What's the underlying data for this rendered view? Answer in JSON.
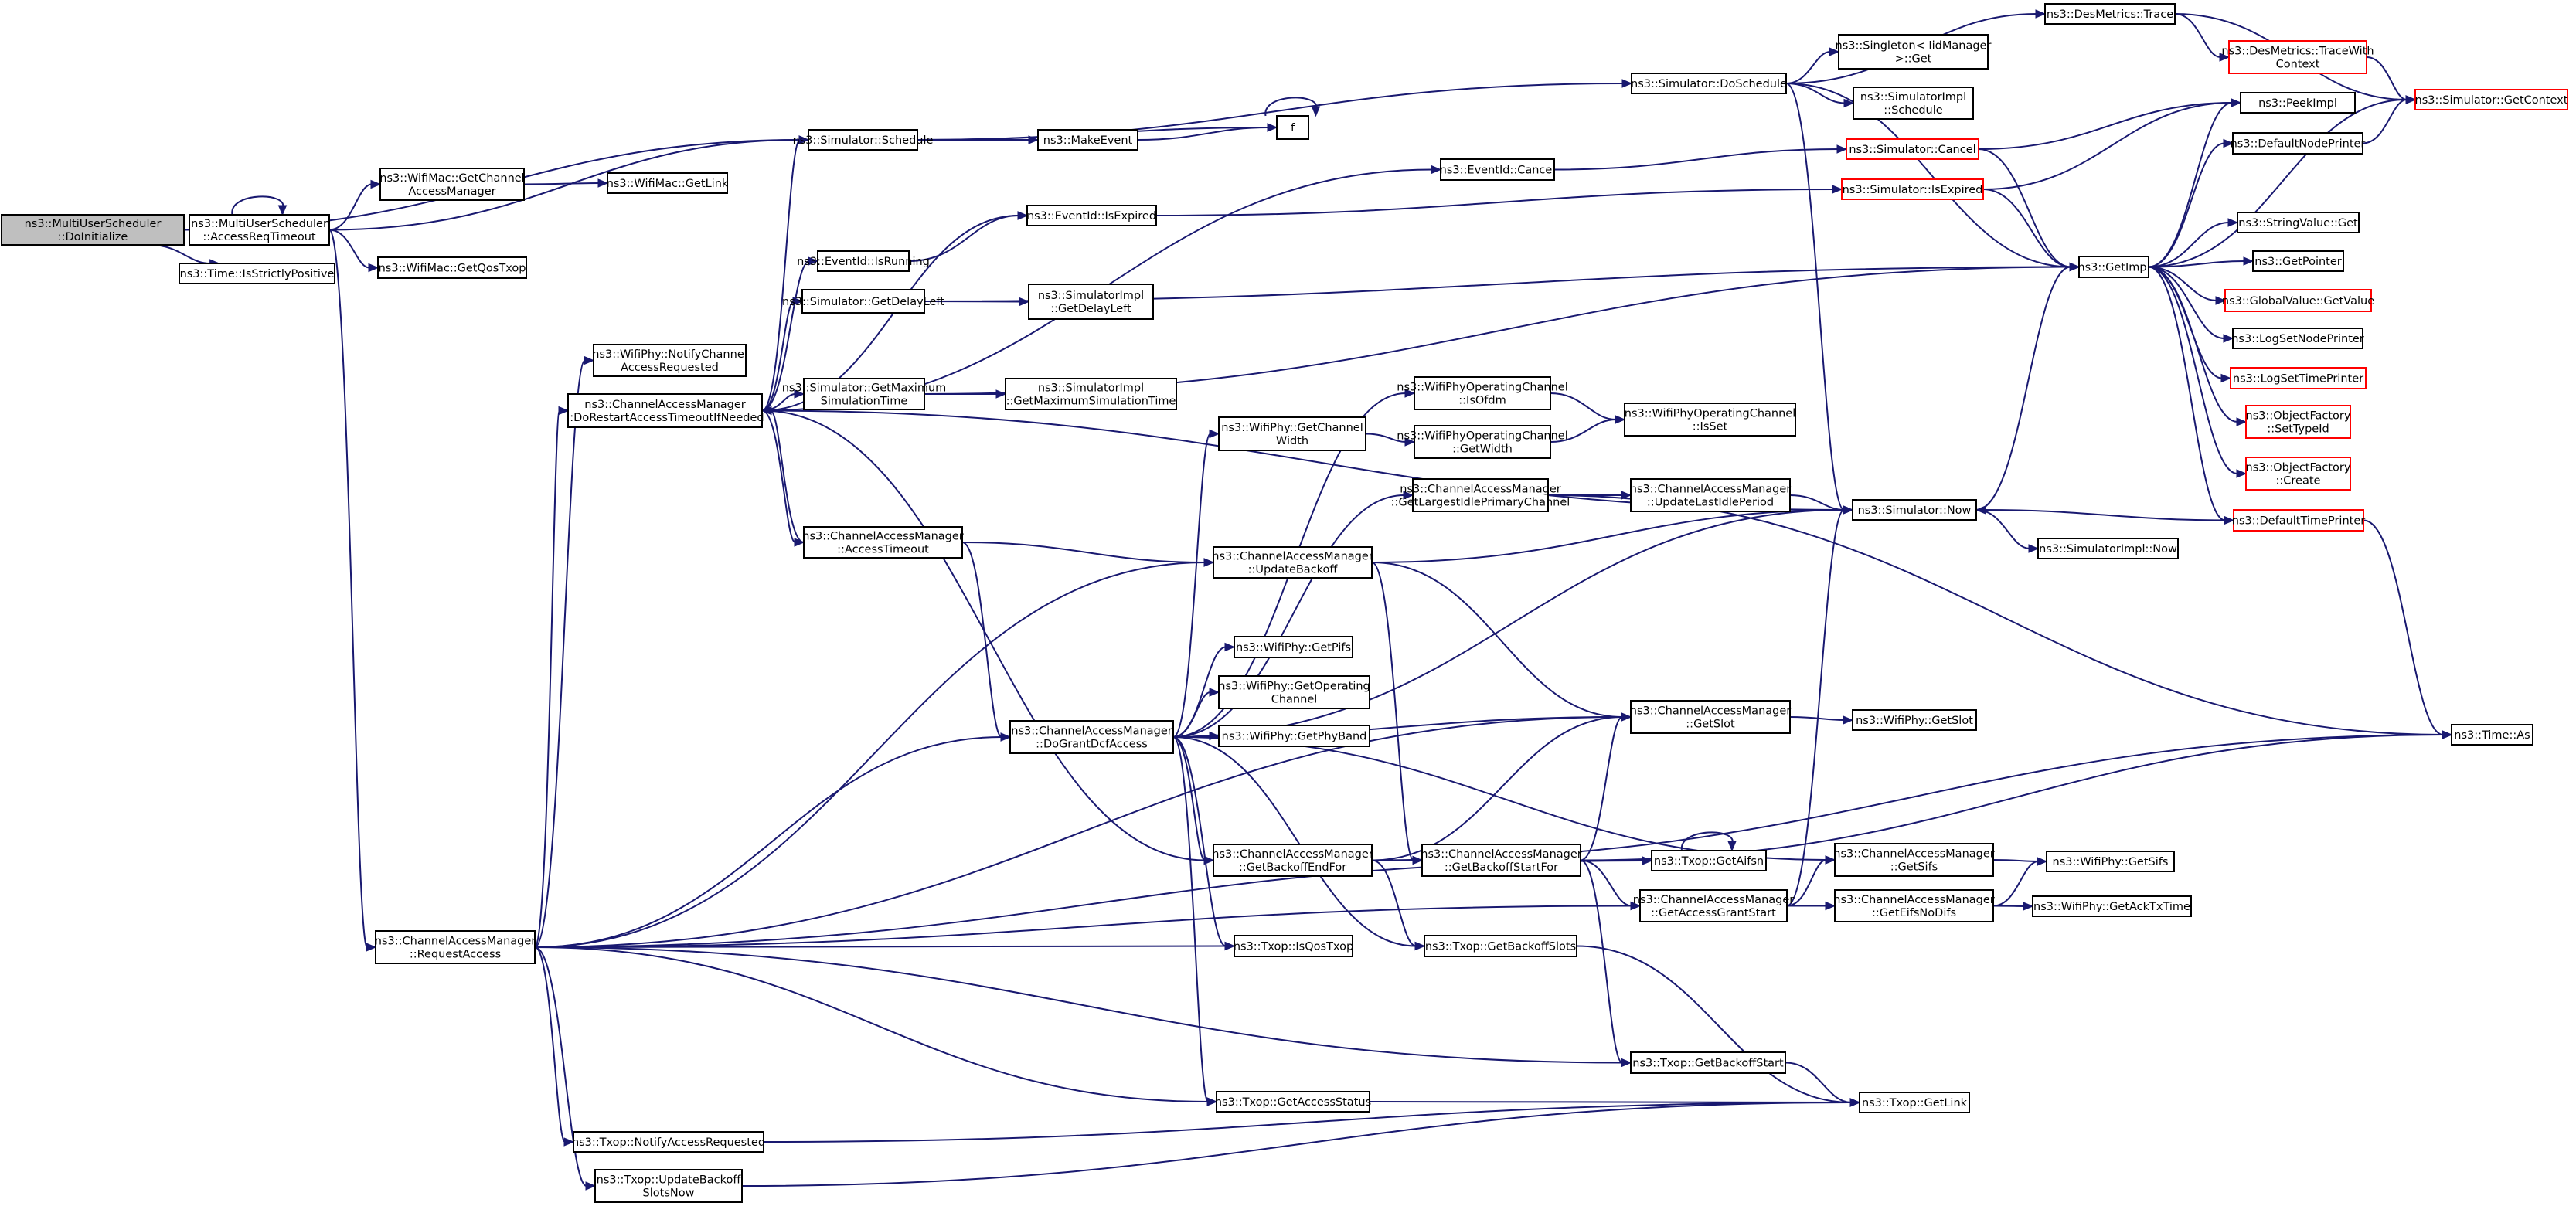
{
  "diagram": {
    "colors": {
      "edge": "#191970",
      "node_border": "#000000",
      "truncated_border": "#ff0000",
      "root_fill": "#bfbfbf",
      "node_fill": "#ffffff"
    },
    "nodes": [
      {
        "id": "n0",
        "lines": [
          "ns3::MultiUserScheduler",
          "::DoInitialize"
        ],
        "root": true
      },
      {
        "id": "n1",
        "lines": [
          "ns3::MultiUserScheduler",
          "::AccessReqTimeout"
        ]
      },
      {
        "id": "n2",
        "lines": [
          "ns3::Time::IsStrictlyPositive"
        ]
      },
      {
        "id": "n3",
        "lines": [
          "ns3::WifiMac::GetChannel",
          "AccessManager"
        ]
      },
      {
        "id": "n4",
        "lines": [
          "ns3::WifiMac::GetQosTxop"
        ]
      },
      {
        "id": "n5",
        "lines": [
          "ns3::ChannelAccessManager",
          "::RequestAccess"
        ]
      },
      {
        "id": "n6",
        "lines": [
          "ns3::WifiMac::GetLink"
        ]
      },
      {
        "id": "n7",
        "lines": [
          "ns3::Simulator::Schedule"
        ]
      },
      {
        "id": "n8",
        "lines": [
          "ns3::MakeEvent"
        ]
      },
      {
        "id": "n9",
        "lines": [
          "f"
        ]
      },
      {
        "id": "n10",
        "lines": [
          "ns3::Simulator::DoSchedule"
        ]
      },
      {
        "id": "n11",
        "lines": [
          "ns3::DesMetrics::Trace"
        ]
      },
      {
        "id": "n12",
        "lines": [
          "ns3::Singleton< IidManager",
          ">::Get"
        ]
      },
      {
        "id": "n13",
        "lines": [
          "ns3::SimulatorImpl",
          "::Schedule"
        ]
      },
      {
        "id": "n14",
        "lines": [
          "ns3::DesMetrics::TraceWith",
          "Context"
        ],
        "truncated": true
      },
      {
        "id": "n15",
        "lines": [
          "ns3::Simulator::GetContext"
        ],
        "truncated": true
      },
      {
        "id": "n16",
        "lines": [
          "ns3::PeekImpl"
        ]
      },
      {
        "id": "n17",
        "lines": [
          "ns3::DefaultNodePrinter"
        ]
      },
      {
        "id": "n18",
        "lines": [
          "ns3::EventId::Cancel"
        ]
      },
      {
        "id": "n19",
        "lines": [
          "ns3::Simulator::Cancel"
        ],
        "truncated": true
      },
      {
        "id": "n20",
        "lines": [
          "ns3::EventId::IsExpired"
        ]
      },
      {
        "id": "n21",
        "lines": [
          "ns3::Simulator::IsExpired"
        ],
        "truncated": true
      },
      {
        "id": "n22",
        "lines": [
          "ns3::GetImpl"
        ]
      },
      {
        "id": "n23",
        "lines": [
          "ns3::StringValue::Get"
        ]
      },
      {
        "id": "n24",
        "lines": [
          "ns3::GetPointer"
        ]
      },
      {
        "id": "n25",
        "lines": [
          "ns3::GlobalValue::GetValue"
        ],
        "truncated": true
      },
      {
        "id": "n26",
        "lines": [
          "ns3::LogSetNodePrinter"
        ]
      },
      {
        "id": "n27",
        "lines": [
          "ns3::LogSetTimePrinter"
        ],
        "truncated": true
      },
      {
        "id": "n28",
        "lines": [
          "ns3::ObjectFactory",
          "::SetTypeId"
        ],
        "truncated": true
      },
      {
        "id": "n29",
        "lines": [
          "ns3::ObjectFactory",
          "::Create"
        ],
        "truncated": true
      },
      {
        "id": "n30",
        "lines": [
          "ns3::DefaultTimePrinter"
        ],
        "truncated": true
      },
      {
        "id": "n31",
        "lines": [
          "ns3::EventId::IsRunning"
        ]
      },
      {
        "id": "n32",
        "lines": [
          "ns3::Simulator::GetDelayLeft"
        ]
      },
      {
        "id": "n33",
        "lines": [
          "ns3::SimulatorImpl",
          "::GetDelayLeft"
        ]
      },
      {
        "id": "n34",
        "lines": [
          "ns3::WifiPhy::NotifyChannel",
          "AccessRequested"
        ]
      },
      {
        "id": "n35",
        "lines": [
          "ns3::ChannelAccessManager",
          "::DoRestartAccessTimeoutIfNeeded"
        ]
      },
      {
        "id": "n36",
        "lines": [
          "ns3::Simulator::GetMaximum",
          "SimulationTime"
        ]
      },
      {
        "id": "n37",
        "lines": [
          "ns3::SimulatorImpl",
          "::GetMaximumSimulationTime"
        ]
      },
      {
        "id": "n38",
        "lines": [
          "ns3::WifiPhyOperatingChannel",
          "::IsOfdm"
        ]
      },
      {
        "id": "n39",
        "lines": [
          "ns3::WifiPhyOperatingChannel",
          "::IsSet"
        ]
      },
      {
        "id": "n40",
        "lines": [
          "ns3::WifiPhy::GetChannel",
          "Width"
        ]
      },
      {
        "id": "n41",
        "lines": [
          "ns3::WifiPhyOperatingChannel",
          "::GetWidth"
        ]
      },
      {
        "id": "n42",
        "lines": [
          "ns3::ChannelAccessManager",
          "::GetLargestIdlePrimaryChannel"
        ]
      },
      {
        "id": "n43",
        "lines": [
          "ns3::ChannelAccessManager",
          "::UpdateLastIdlePeriod"
        ]
      },
      {
        "id": "n44",
        "lines": [
          "ns3::Simulator::Now"
        ]
      },
      {
        "id": "n45",
        "lines": [
          "ns3::SimulatorImpl::Now"
        ]
      },
      {
        "id": "n46",
        "lines": [
          "ns3::ChannelAccessManager",
          "::AccessTimeout"
        ]
      },
      {
        "id": "n47",
        "lines": [
          "ns3::ChannelAccessManager",
          "::UpdateBackoff"
        ]
      },
      {
        "id": "n48",
        "lines": [
          "ns3::WifiPhy::GetPifs"
        ]
      },
      {
        "id": "n49",
        "lines": [
          "ns3::WifiPhy::GetOperating",
          "Channel"
        ]
      },
      {
        "id": "n50",
        "lines": [
          "ns3::ChannelAccessManager",
          "::DoGrantDcfAccess"
        ]
      },
      {
        "id": "n51",
        "lines": [
          "ns3::WifiPhy::GetPhyBand"
        ]
      },
      {
        "id": "n52",
        "lines": [
          "ns3::ChannelAccessManager",
          "::GetSlot"
        ]
      },
      {
        "id": "n53",
        "lines": [
          "ns3::WifiPhy::GetSlot"
        ]
      },
      {
        "id": "n54",
        "lines": [
          "ns3::Time::As"
        ]
      },
      {
        "id": "n55",
        "lines": [
          "ns3::ChannelAccessManager",
          "::GetBackoffEndFor"
        ]
      },
      {
        "id": "n56",
        "lines": [
          "ns3::ChannelAccessManager",
          "::GetBackoffStartFor"
        ]
      },
      {
        "id": "n57",
        "lines": [
          "ns3::Txop::GetAifsn"
        ]
      },
      {
        "id": "n58",
        "lines": [
          "ns3::ChannelAccessManager",
          "::GetSifs"
        ]
      },
      {
        "id": "n59",
        "lines": [
          "ns3::WifiPhy::GetSifs"
        ]
      },
      {
        "id": "n60",
        "lines": [
          "ns3::ChannelAccessManager",
          "::GetAccessGrantStart"
        ]
      },
      {
        "id": "n61",
        "lines": [
          "ns3::ChannelAccessManager",
          "::GetEifsNoDifs"
        ]
      },
      {
        "id": "n62",
        "lines": [
          "ns3::WifiPhy::GetAckTxTime"
        ]
      },
      {
        "id": "n63",
        "lines": [
          "ns3::Txop::IsQosTxop"
        ]
      },
      {
        "id": "n64",
        "lines": [
          "ns3::Txop::GetBackoffSlots"
        ]
      },
      {
        "id": "n65",
        "lines": [
          "ns3::Txop::GetBackoffStart"
        ]
      },
      {
        "id": "n66",
        "lines": [
          "ns3::Txop::GetAccessStatus"
        ]
      },
      {
        "id": "n67",
        "lines": [
          "ns3::Txop::GetLink"
        ]
      },
      {
        "id": "n68",
        "lines": [
          "ns3::Txop::NotifyAccessRequested"
        ]
      },
      {
        "id": "n69",
        "lines": [
          "ns3::Txop::UpdateBackoff",
          "SlotsNow"
        ]
      }
    ],
    "edges": [
      [
        "n0",
        "n1"
      ],
      [
        "n0",
        "n2"
      ],
      [
        "n0",
        "n7"
      ],
      [
        "n1",
        "n1"
      ],
      [
        "n1",
        "n3"
      ],
      [
        "n1",
        "n4"
      ],
      [
        "n1",
        "n5"
      ],
      [
        "n1",
        "n7"
      ],
      [
        "n3",
        "n6"
      ],
      [
        "n7",
        "n8"
      ],
      [
        "n7",
        "n9"
      ],
      [
        "n7",
        "n10"
      ],
      [
        "n8",
        "n9"
      ],
      [
        "n9",
        "n9"
      ],
      [
        "n10",
        "n11"
      ],
      [
        "n10",
        "n12"
      ],
      [
        "n10",
        "n13"
      ],
      [
        "n10",
        "n22"
      ],
      [
        "n10",
        "n44"
      ],
      [
        "n11",
        "n14"
      ],
      [
        "n11",
        "n15"
      ],
      [
        "n14",
        "n15"
      ],
      [
        "n18",
        "n19"
      ],
      [
        "n19",
        "n16"
      ],
      [
        "n19",
        "n22"
      ],
      [
        "n20",
        "n21"
      ],
      [
        "n21",
        "n16"
      ],
      [
        "n21",
        "n22"
      ],
      [
        "n22",
        "n15"
      ],
      [
        "n22",
        "n16"
      ],
      [
        "n22",
        "n17"
      ],
      [
        "n22",
        "n23"
      ],
      [
        "n22",
        "n24"
      ],
      [
        "n22",
        "n25"
      ],
      [
        "n22",
        "n26"
      ],
      [
        "n22",
        "n27"
      ],
      [
        "n22",
        "n28"
      ],
      [
        "n22",
        "n29"
      ],
      [
        "n22",
        "n30"
      ],
      [
        "n17",
        "n15"
      ],
      [
        "n30",
        "n44"
      ],
      [
        "n30",
        "n54"
      ],
      [
        "n31",
        "n20"
      ],
      [
        "n32",
        "n33"
      ],
      [
        "n32",
        "n22"
      ],
      [
        "n36",
        "n37"
      ],
      [
        "n36",
        "n22"
      ],
      [
        "n35",
        "n7"
      ],
      [
        "n35",
        "n18"
      ],
      [
        "n35",
        "n20"
      ],
      [
        "n35",
        "n31"
      ],
      [
        "n35",
        "n32"
      ],
      [
        "n35",
        "n36"
      ],
      [
        "n35",
        "n44"
      ],
      [
        "n35",
        "n46"
      ],
      [
        "n35",
        "n55"
      ],
      [
        "n46",
        "n35"
      ],
      [
        "n46",
        "n47"
      ],
      [
        "n46",
        "n50"
      ],
      [
        "n38",
        "n39"
      ],
      [
        "n40",
        "n41"
      ],
      [
        "n41",
        "n39"
      ],
      [
        "n42",
        "n43"
      ],
      [
        "n42",
        "n54"
      ],
      [
        "n43",
        "n44"
      ],
      [
        "n44",
        "n45"
      ],
      [
        "n44",
        "n22"
      ],
      [
        "n47",
        "n44"
      ],
      [
        "n47",
        "n52"
      ],
      [
        "n47",
        "n56"
      ],
      [
        "n50",
        "n38"
      ],
      [
        "n50",
        "n40"
      ],
      [
        "n50",
        "n42"
      ],
      [
        "n50",
        "n44"
      ],
      [
        "n50",
        "n48"
      ],
      [
        "n50",
        "n49"
      ],
      [
        "n50",
        "n51"
      ],
      [
        "n50",
        "n52"
      ],
      [
        "n50",
        "n55"
      ],
      [
        "n50",
        "n58"
      ],
      [
        "n50",
        "n63"
      ],
      [
        "n50",
        "n64"
      ],
      [
        "n50",
        "n66"
      ],
      [
        "n52",
        "n53"
      ],
      [
        "n55",
        "n56"
      ],
      [
        "n55",
        "n52"
      ],
      [
        "n55",
        "n64"
      ],
      [
        "n55",
        "n54"
      ],
      [
        "n56",
        "n57"
      ],
      [
        "n56",
        "n60"
      ],
      [
        "n56",
        "n52"
      ],
      [
        "n56",
        "n65"
      ],
      [
        "n56",
        "n54"
      ],
      [
        "n57",
        "n57"
      ],
      [
        "n58",
        "n59"
      ],
      [
        "n60",
        "n58"
      ],
      [
        "n60",
        "n61"
      ],
      [
        "n60",
        "n44"
      ],
      [
        "n61",
        "n59"
      ],
      [
        "n61",
        "n62"
      ],
      [
        "n64",
        "n67"
      ],
      [
        "n65",
        "n67"
      ],
      [
        "n66",
        "n67"
      ],
      [
        "n68",
        "n67"
      ],
      [
        "n69",
        "n67"
      ],
      [
        "n5",
        "n34"
      ],
      [
        "n5",
        "n35"
      ],
      [
        "n5",
        "n47"
      ],
      [
        "n5",
        "n50"
      ],
      [
        "n5",
        "n52"
      ],
      [
        "n5",
        "n57"
      ],
      [
        "n5",
        "n60"
      ],
      [
        "n5",
        "n63"
      ],
      [
        "n5",
        "n65"
      ],
      [
        "n5",
        "n66"
      ],
      [
        "n5",
        "n68"
      ],
      [
        "n5",
        "n69"
      ]
    ]
  }
}
